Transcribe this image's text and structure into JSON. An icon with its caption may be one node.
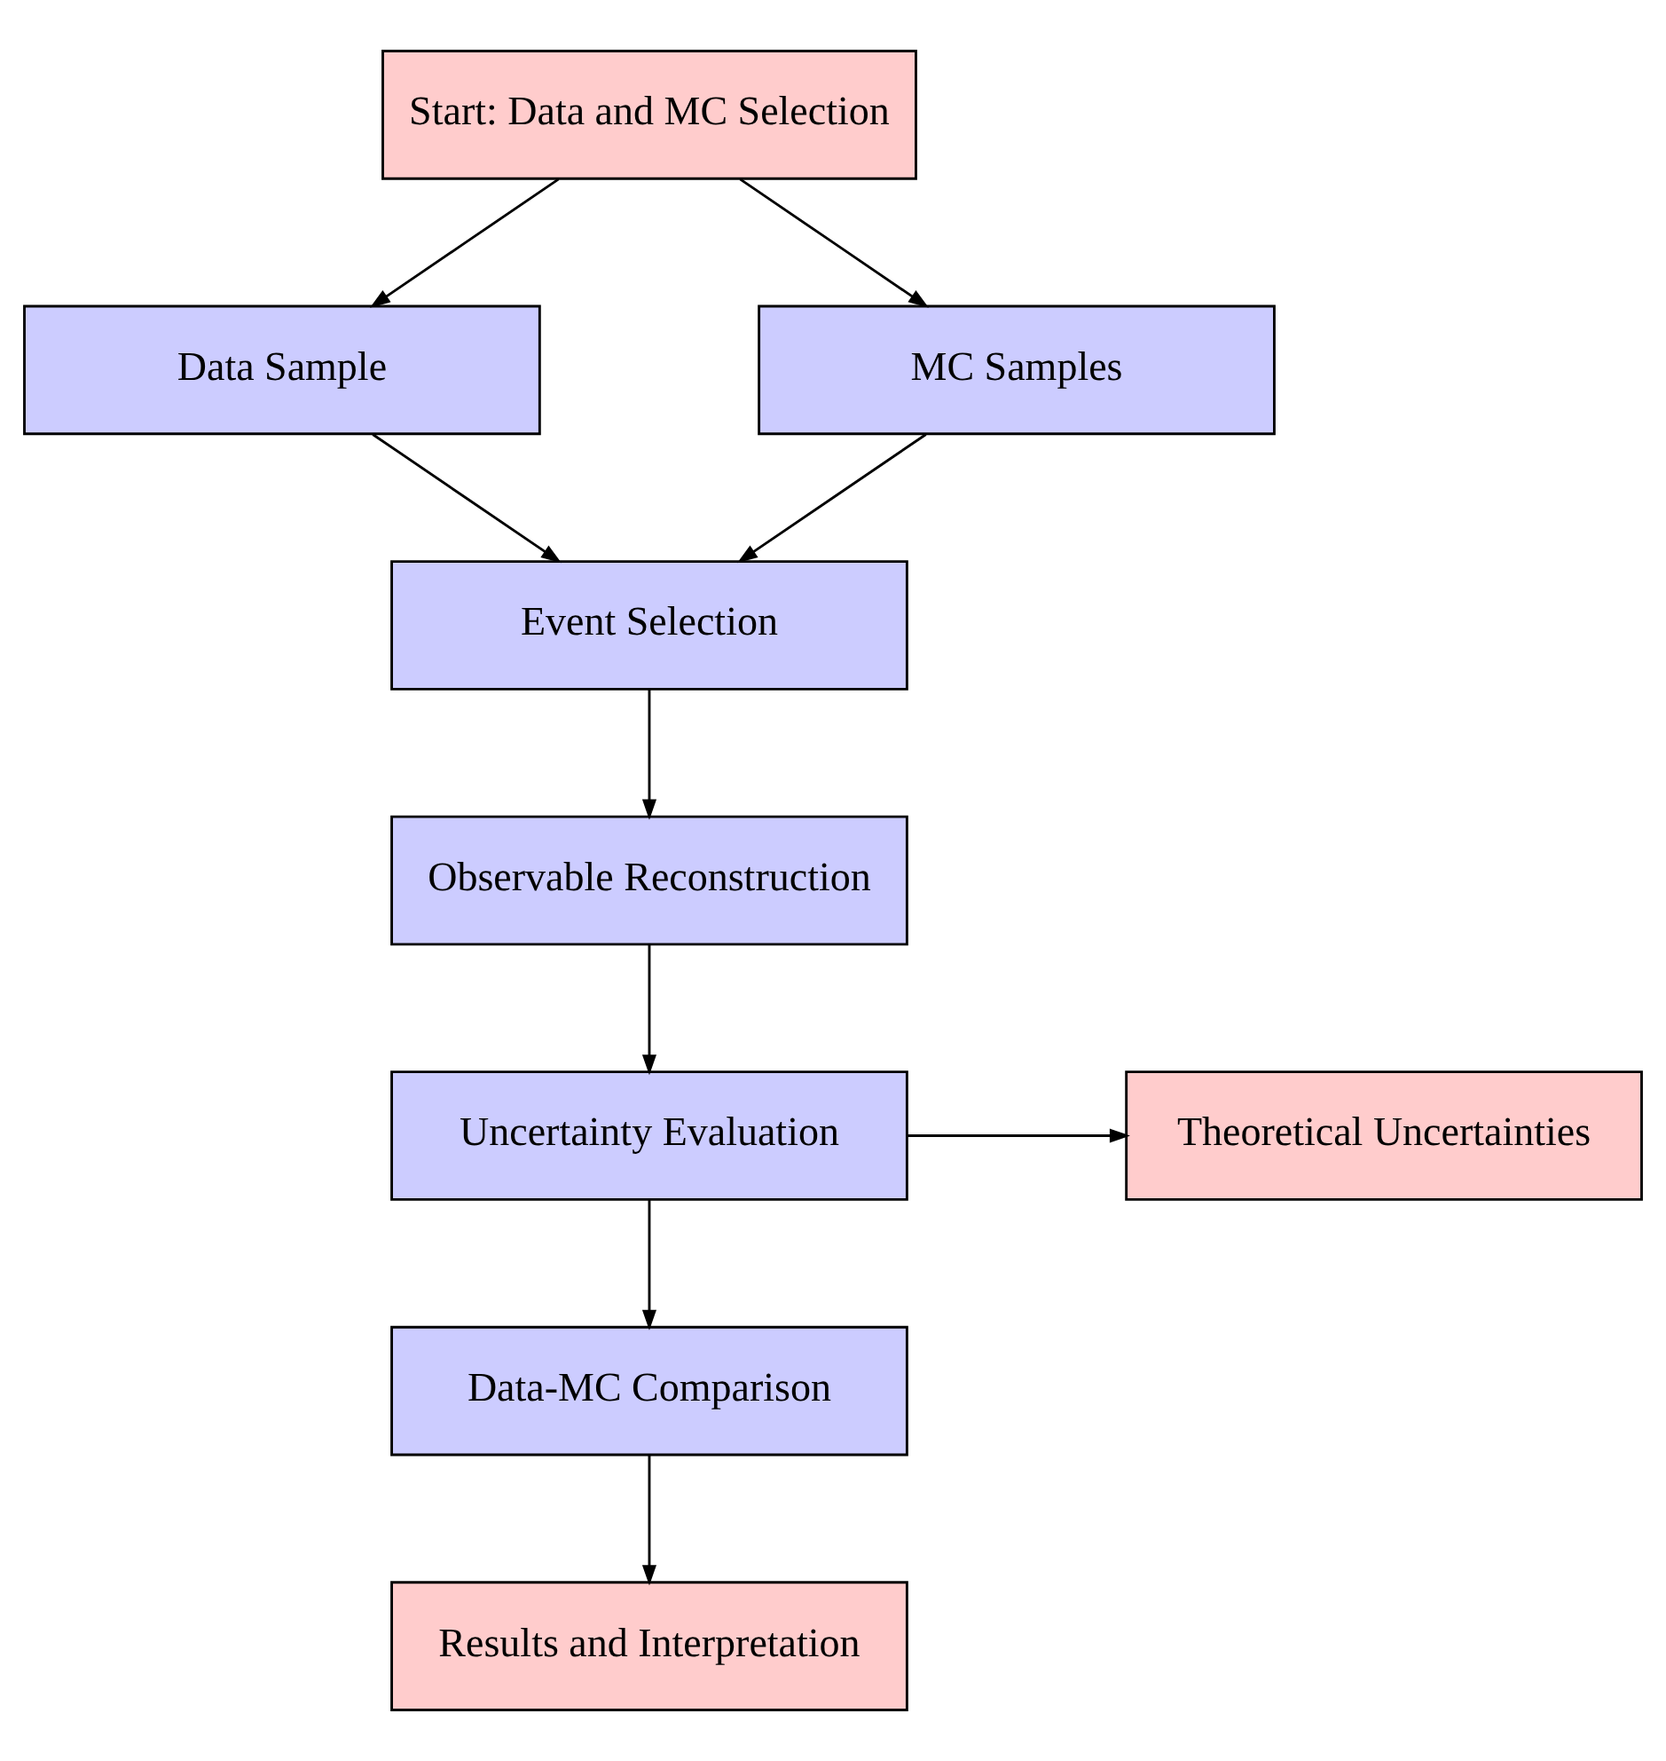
{
  "diagram": {
    "nodes": [
      {
        "text": [
          "Start: Data and MC Selection"
        ]
      },
      {
        "text": [
          "Data Sample"
        ]
      },
      {
        "text": [
          "MC Samples"
        ]
      },
      {
        "text": [
          "Event Selection"
        ]
      },
      {
        "text": [
          "Observable Reconstruction"
        ]
      },
      {
        "text": [
          "Uncertainty Evaluation"
        ]
      },
      {
        "text": [
          "Theoretical Uncertainties"
        ]
      },
      {
        "text": [
          "Data-MC Comparison"
        ]
      },
      {
        "text": [
          "Results and Interpretation"
        ]
      }
    ],
    "edges": [
      {
        "from": 0,
        "to": 1,
        "arrow": "to"
      },
      {
        "from": 0,
        "to": 2,
        "arrow": "to"
      },
      {
        "from": 1,
        "to": 3,
        "arrow": "to"
      },
      {
        "from": 2,
        "to": 3,
        "arrow": "to"
      },
      {
        "from": 3,
        "to": 4,
        "arrow": "to"
      },
      {
        "from": 4,
        "to": 5,
        "arrow": "to"
      },
      {
        "from": 5,
        "to": 6,
        "arrow": "to"
      },
      {
        "from": 5,
        "to": 7,
        "arrow": "to"
      },
      {
        "from": 7,
        "to": 8,
        "arrow": "to"
      }
    ]
  }
}
